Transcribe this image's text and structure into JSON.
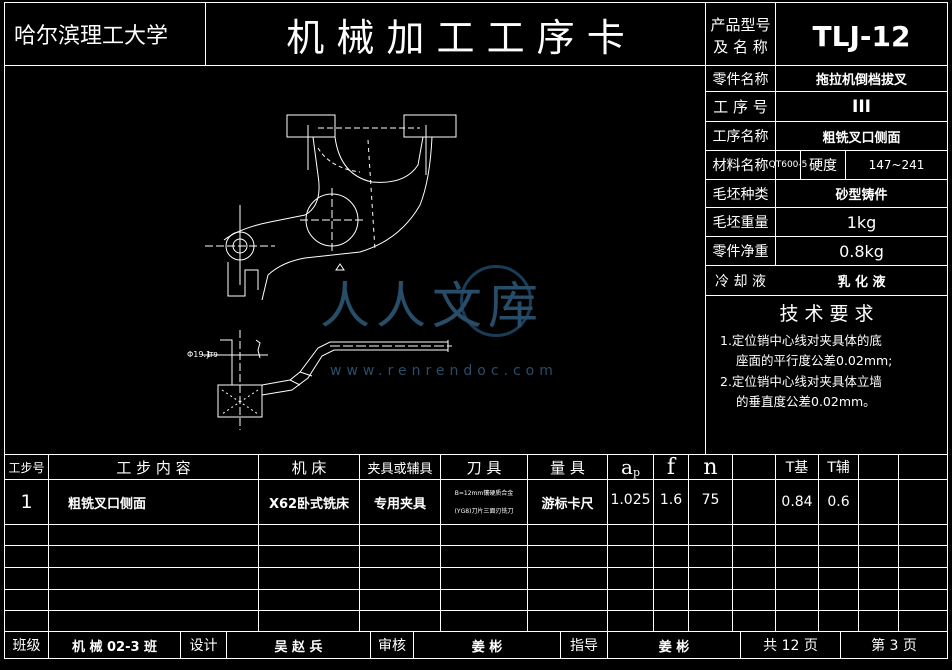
{
  "header": {
    "university": "哈尔滨理工大学",
    "title": "机 械 加 工 工 序 卡",
    "product_label_1": "产品型号",
    "product_label_2": "及 名 称",
    "product_code": "TLJ-12"
  },
  "info": {
    "part_name_label": "零件名称",
    "part_name": "拖拉机倒档拔叉",
    "process_no_label": "工 序 号",
    "process_no": "III",
    "process_name_label": "工序名称",
    "process_name": "粗铣叉口侧面",
    "material_label": "材料名称",
    "material": "QT600-5",
    "hardness_label": "硬度",
    "hardness": "147~241",
    "blank_type_label": "毛坯种类",
    "blank_type": "砂型铸件",
    "blank_weight_label": "毛坯重量",
    "blank_weight": "1kg",
    "part_weight_label": "零件净重",
    "part_weight": "0.8kg",
    "coolant_label": "冷 却 液",
    "coolant": "乳 化 液"
  },
  "tech_requirements": {
    "title": "技 术 要 求",
    "line1": "1.定位销中心线对夹具体的底",
    "line2": "座面的平行度公差0.02mm;",
    "line3": "2.定位销中心线对夹具体立墙",
    "line4": "的垂直度公差0.02mm。"
  },
  "drawing": {
    "dimension_label": "Φ19.1",
    "dimension_fit": "JT9"
  },
  "watermark": {
    "brand": "人人文库",
    "url": "www.renrendoc.com"
  },
  "table": {
    "headers": {
      "step_no": "工步号",
      "step_content": "工 步 内 容",
      "machine": "机 床",
      "fixture": "夹具或辅具",
      "tool": "刀 具",
      "gauge": "量 具",
      "ap": "a",
      "ap_sub": "p",
      "f": "f",
      "n": "n",
      "t_base": "T基",
      "t_aux": "T辅"
    },
    "rows": [
      {
        "step_no": "1",
        "step_content": "粗铣叉口侧面",
        "machine": "X62卧式铣床",
        "fixture": "专用夹具",
        "tool_line1": "B=12mm镶硬质合金",
        "tool_line2": "(YG8)刀片三面刃铣刀",
        "gauge": "游标卡尺",
        "ap": "1.025",
        "f": "1.6",
        "n": "75",
        "t_base": "0.84",
        "t_aux": "0.6"
      }
    ]
  },
  "footer": {
    "class_label": "班级",
    "class_value": "机 械 02-3 班",
    "design_label": "设计",
    "design_value": "吴 赵 兵",
    "review_label": "审核",
    "review_value": "姜   彬",
    "guide_label": "指导",
    "guide_value": "姜   彬",
    "total_pages": "共 12 页",
    "page_no": "第 3 页"
  }
}
